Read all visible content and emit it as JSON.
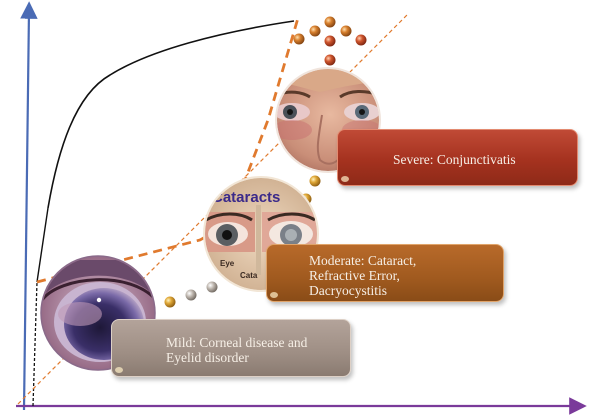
{
  "diagram": {
    "levels": [
      {
        "id": "severe",
        "label": "Severe: Conjunctivatis",
        "color": "#a5321f"
      },
      {
        "id": "moderate",
        "label_lines": [
          "Moderate: Cataract,",
          "Refractive Error,",
          "Dacryocystitis"
        ],
        "color": "#a05a1f"
      },
      {
        "id": "mild",
        "label_lines": [
          "Mild: Corneal disease and",
          "Eyelid disorder"
        ],
        "color": "#9e8e84"
      }
    ],
    "images": {
      "severe_photo": "red-eyes-face",
      "moderate_photo": {
        "heading": "Cataracts",
        "captions": [
          "Eye",
          "Cata"
        ]
      },
      "mild_photo": "cornea-closeup"
    },
    "colors": {
      "y_axis": "#4a6bb5",
      "x_axis": "#7a3a9a",
      "curve": "#111111",
      "dashed": "#e07a2e",
      "bead_gold": "#d4a030",
      "bead_red": "#c0452a",
      "bead_silver": "#b8b0a8"
    }
  }
}
